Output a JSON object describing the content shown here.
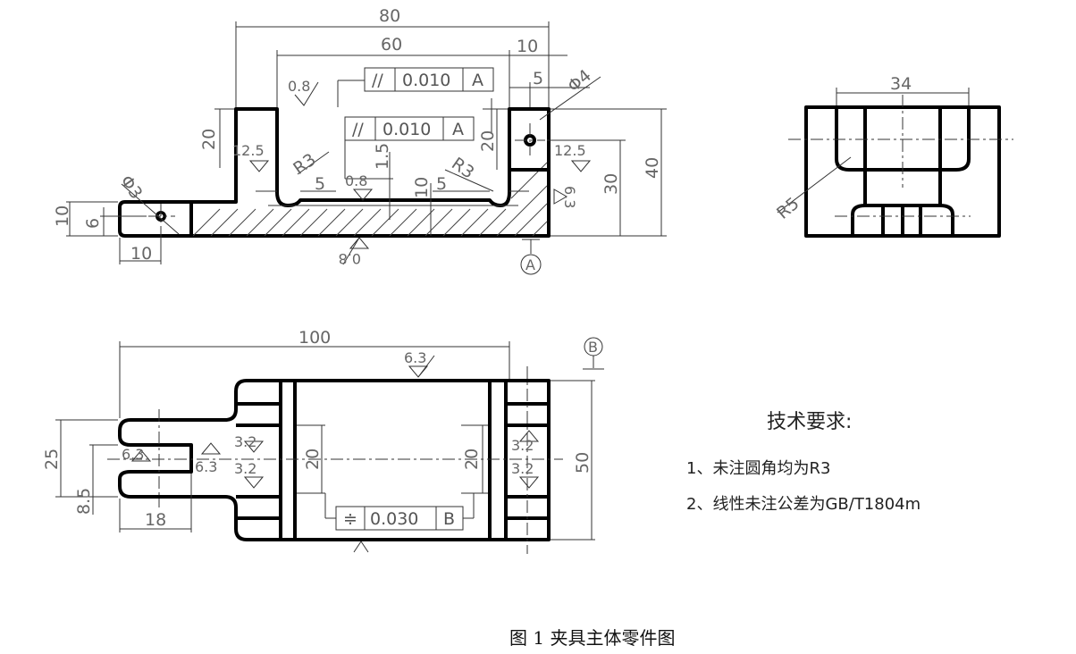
{
  "front_view": {
    "dims": {
      "overall_width": "80",
      "inner_width": "60",
      "lug_width": "10",
      "hole_offset": "5",
      "hole_dia": "Φ4",
      "left_post_height": "20",
      "right_post_height": "20",
      "overall_height": "40",
      "hole_height": "30",
      "base_height": "10",
      "step_depth": "1.5",
      "center_web": "10",
      "left_gap": "5",
      "right_gap": "5",
      "lug_thickness": "10",
      "lug_hole_height": "6",
      "lug_length": "10",
      "left_hole_dia": "Φ3",
      "left_radius": "R3",
      "right_radius": "R3"
    },
    "roughness": [
      "0.8",
      "12.5",
      "0.8",
      "12.5",
      "6.3",
      "0.8"
    ],
    "tolerance_top": {
      "symbol": "//",
      "value": "0.010",
      "datum": "A"
    },
    "tolerance_mid": {
      "symbol": "//",
      "value": "0.010",
      "datum": "A"
    },
    "datum_label": "A"
  },
  "side_view": {
    "dims": {
      "width": "34",
      "radius": "R5"
    }
  },
  "top_view": {
    "dims": {
      "overall_length": "100",
      "overall_width": "50",
      "slot_width": "25",
      "slot_offset": "8.5",
      "slot_length": "18",
      "left_inner": "20",
      "right_inner": "20"
    },
    "roughness": [
      "6.3",
      "6.3",
      "6.3",
      "3.2",
      "3.2",
      "3.2",
      "3.2"
    ],
    "tolerance": {
      "symbol": "≑",
      "value": "0.030",
      "datum": "B"
    },
    "datum_label": "B"
  },
  "requirements": {
    "title": "技术要求:",
    "items": [
      "1、未注圆角均为R3",
      "2、线性未注公差为GB/T1804m"
    ]
  },
  "caption": "图 1    夹具主体零件图"
}
